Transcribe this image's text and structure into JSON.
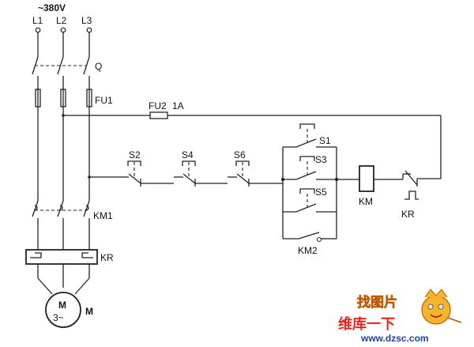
{
  "supply": {
    "voltage": "~380V",
    "phases": [
      "L1",
      "L2",
      "L3"
    ]
  },
  "components": {
    "main_switch": "Q",
    "main_fuses": "FU1",
    "control_fuse": "FU2",
    "control_fuse_rating": "1A",
    "contactor_main_contacts": "KM1",
    "thermal_relay": "KR",
    "motor_symbol_m": "M",
    "motor_symbol_phase": "3~",
    "motor_label": "M"
  },
  "control_circuit": {
    "stop_buttons": [
      "S2",
      "S4",
      "S6"
    ],
    "start_buttons": [
      "S1",
      "S3",
      "S5"
    ],
    "coil": "KM",
    "overload_contact": "KR",
    "holding_contact": "KM2"
  },
  "watermark": {
    "logo_text": "找图片",
    "chinese_text": "维库一下",
    "url": "www.dzsc.com"
  },
  "colors": {
    "line": "#222222",
    "watermark_red": "#e0281e",
    "watermark_blue": "#1f3fa8",
    "watermark_gold": "#f0a020"
  }
}
